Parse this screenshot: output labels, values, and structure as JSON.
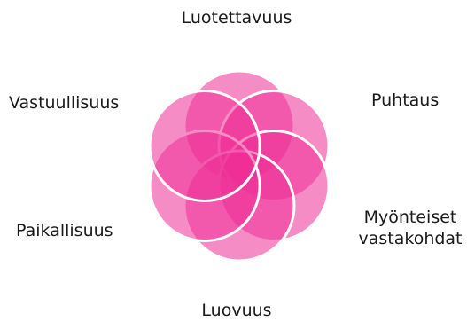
{
  "diagram": {
    "labels": {
      "top": "Luotettavuus",
      "top_left": "Vastuullisuus",
      "top_right": "Puhtaus",
      "bottom_right_line1": "Myönteiset",
      "bottom_right_line2": "vastakohdat",
      "bottom_left": "Paikallisuus",
      "bottom": "Luovuus"
    },
    "colors": {
      "petal_fill": "#ee2d96",
      "petal_stroke": "#ffffff",
      "text": "#1a1a1a"
    },
    "petal_count": 6
  }
}
